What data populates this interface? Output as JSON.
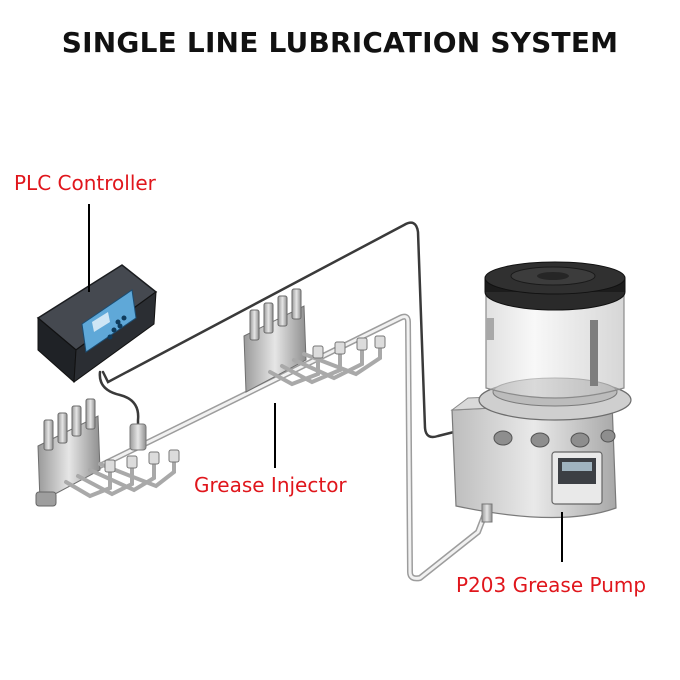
{
  "title": "SINGLE LINE LUBRICATION SYSTEM",
  "labels": {
    "plc_controller": "PLC Controller",
    "grease_injector": "Grease Injector",
    "grease_pump": "P203 Grease Pump"
  },
  "colors": {
    "label_text": "#e0161c",
    "title_text": "#111111",
    "leader_line": "#000000",
    "tubing": "#c9c9c9",
    "controller_body": "#2b2e33",
    "controller_panel": "#5fa8d8",
    "pump_base": "#d8d8d8",
    "pump_lid": "#1c1c1c"
  },
  "icons": [
    "plc-controller-device",
    "grease-injector-block",
    "grease-pump-device"
  ]
}
